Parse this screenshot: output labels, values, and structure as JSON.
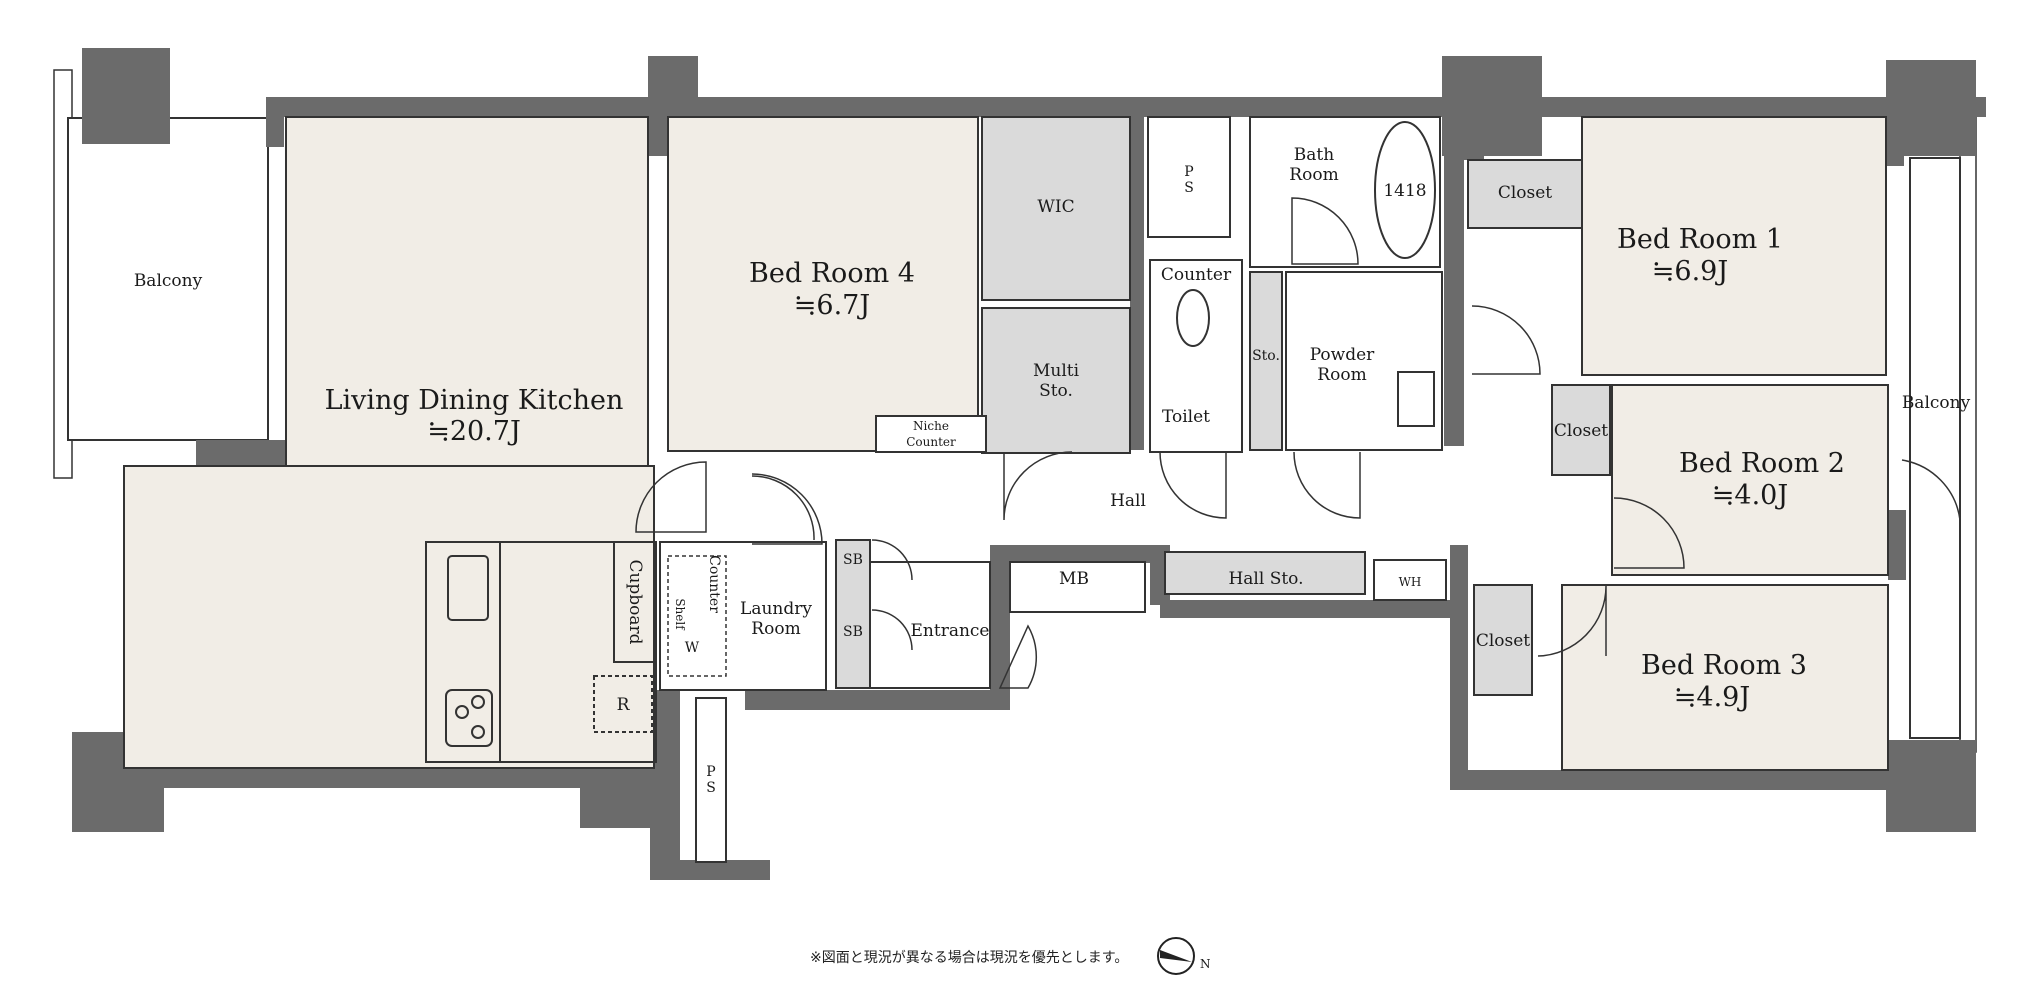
{
  "plan": {
    "rooms": {
      "ldk": {
        "name": "Living Dining Kitchen",
        "size": "≒20.7J"
      },
      "bed4": {
        "name": "Bed Room 4",
        "size": "≒6.7J"
      },
      "bed1": {
        "name": "Bed Room 1",
        "size": "≒6.9J"
      },
      "bed2": {
        "name": "Bed Room 2",
        "size": "≒4.0J"
      },
      "bed3": {
        "name": "Bed Room 3",
        "size": "≒4.9J"
      }
    },
    "labels": {
      "balcony_west": "Balcony",
      "balcony_east": "Balcony",
      "wic": "WIC",
      "multi_sto_1": "Multi",
      "multi_sto_2": "Sto.",
      "ps_top_1": "P",
      "ps_top_2": "S",
      "bath_room_1": "Bath",
      "bath_room_2": "Room",
      "bath_size": "1418",
      "counter_toilet": "Counter",
      "toilet": "Toilet",
      "sto": "Sto.",
      "powder_room_1": "Powder",
      "powder_room_2": "Room",
      "closet_1": "Closet",
      "closet_2": "Closet",
      "closet_3": "Closet",
      "niche": "Niche",
      "counter_niche": "Counter",
      "hall": "Hall",
      "hall_sto": "Hall Sto.",
      "wh": "WH",
      "mb": "MB",
      "sb_1": "SB",
      "sb_2": "SB",
      "entrance": "Entrance",
      "laundry_room_1": "Laundry",
      "laundry_room_2": "Room",
      "counter_laundry": "Counter",
      "shelf": "Shelf",
      "w": "W",
      "cupboard": "Cupboard",
      "r": "R",
      "ps_bottom_1": "P",
      "ps_bottom_2": "S"
    },
    "footnote": "※図面と現況が異なる場合は現況を優先とします。",
    "compass_letter": "N",
    "colors": {
      "wall": "#6b6b6b",
      "floor": "#f1ede6",
      "storage": "#dadada",
      "line": "#333333"
    }
  }
}
